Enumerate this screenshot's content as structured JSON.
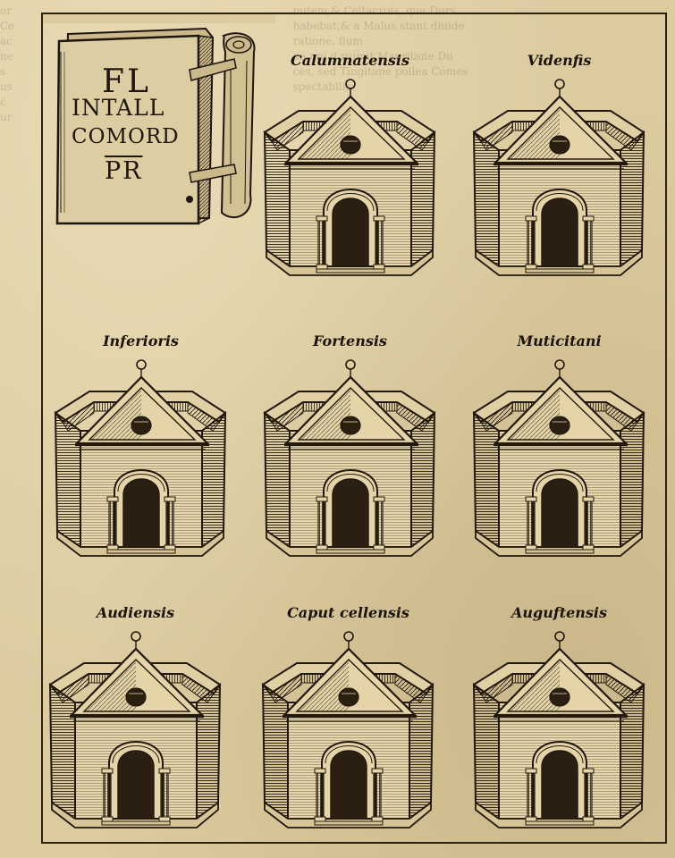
{
  "book_plate": {
    "lines": [
      "FL",
      "INTALL",
      "COMORD",
      "PR"
    ]
  },
  "forts": [
    {
      "name": "Calumnatensis"
    },
    {
      "name": "Videnfis"
    },
    {
      "name": "Inferioris"
    },
    {
      "name": "Fortensis"
    },
    {
      "name": "Muticitani"
    },
    {
      "name": "Audiensis"
    },
    {
      "name": "Caput cellensis"
    },
    {
      "name": "Auguftensis"
    }
  ],
  "colors": {
    "paper": "#dccb9f",
    "ink": "#1b140a"
  }
}
